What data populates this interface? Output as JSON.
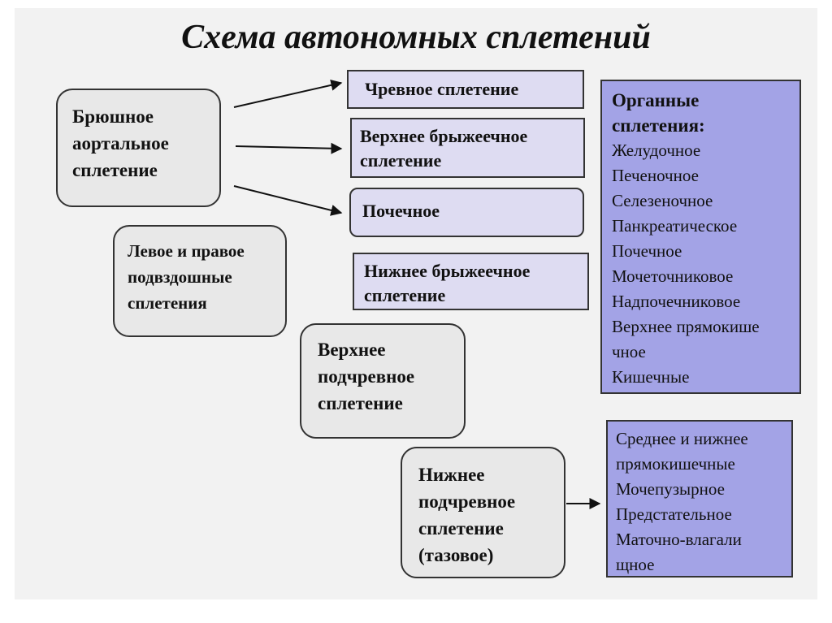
{
  "title": "Схема автономных сплетений",
  "abdominal": [
    "Брюшное",
    "аортальное",
    "сплетение"
  ],
  "iliac": [
    "Левое и правое",
    "подвздошные",
    "сплетения"
  ],
  "sup_hypogastric": [
    "Верхнее",
    "подчревное",
    "сплетение"
  ],
  "inf_hypogastric": [
    "Нижнее",
    "подчревное",
    "сплетение",
    "(тазовое)"
  ],
  "celiac": [
    "Чревное сплетение"
  ],
  "sup_mesenteric": [
    "Верхнее брыжеечное",
    "сплетение"
  ],
  "renal": [
    "Почечное"
  ],
  "inf_mesenteric": [
    "Нижнее брыжеечное",
    "сплетение"
  ],
  "organ": {
    "heading": [
      "Органные",
      "сплетения:"
    ],
    "items": [
      "Желудочное",
      "Печеночное",
      "Селезеночное",
      "Панкреатическое",
      "Почечное",
      "Мочеточниковое",
      "Надпочечниковое",
      "Верхнее прямокише",
      "чное",
      "Кишечные"
    ]
  },
  "pelvic": [
    "Среднее и нижнее",
    "прямокишечные",
    "Мочепузырное",
    "Предстательное",
    "Маточно-влагали",
    "щное"
  ],
  "colors": {
    "gray_box": "#e8e8e8",
    "lavender_box": "#dedcf2",
    "blue_box": "#a3a3e6"
  }
}
